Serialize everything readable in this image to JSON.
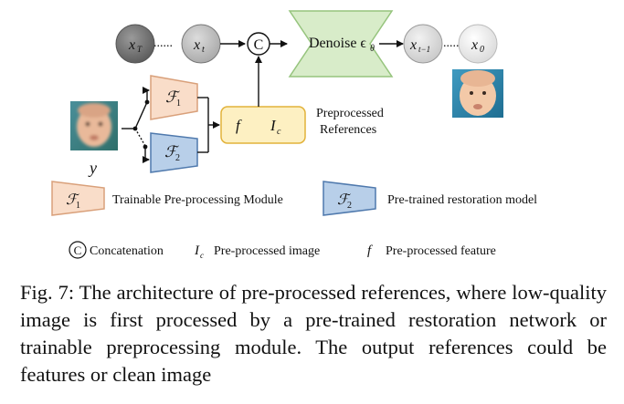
{
  "diagram": {
    "nodes": {
      "x_T": "x",
      "x_T_sub": "T",
      "x_t": "x",
      "x_t_sub": "t",
      "x_t1": "x",
      "x_t1_sub": "t−1",
      "x_0": "x",
      "x_0_sub": "0",
      "concat_symbol": "C",
      "ellipsis": "......",
      "ellipsis_right": "....."
    },
    "denoise_label": "Denoise ϵ",
    "denoise_sub": "θ",
    "input_label": "y",
    "module_f1": "ℱ",
    "module_f1_sub": "1",
    "module_f2": "ℱ",
    "module_f2_sub": "2",
    "feature_f": "f",
    "feature_ic": "I",
    "feature_ic_sub": "c",
    "preprocessed_line1": "Preprocessed",
    "preprocessed_line2": "References",
    "legend": {
      "trainable": "Trainable Pre-processing Module",
      "pretrained": "Pre-trained restoration model",
      "concat": "Concatenation",
      "ic_symbol": "I",
      "ic_sub": "c",
      "ic_desc": "Pre-processed image",
      "f_symbol": "f",
      "f_desc": "Pre-processed feature"
    }
  },
  "caption": "Fig. 7: The architecture of pre-processed references, where low-quality image is first processed by a pre-trained restoration network or trainable preprocessing module. The output references could be features or clean image",
  "colors": {
    "orange_fill": "#f9ddc9",
    "orange_stroke": "#d9a07a",
    "blue_fill": "#b8cfe9",
    "blue_stroke": "#4f79ad",
    "green_fill": "#d8ecc9",
    "green_stroke": "#96c47d",
    "yellow_fill": "#fdf0c2",
    "yellow_stroke": "#e2b23a"
  }
}
